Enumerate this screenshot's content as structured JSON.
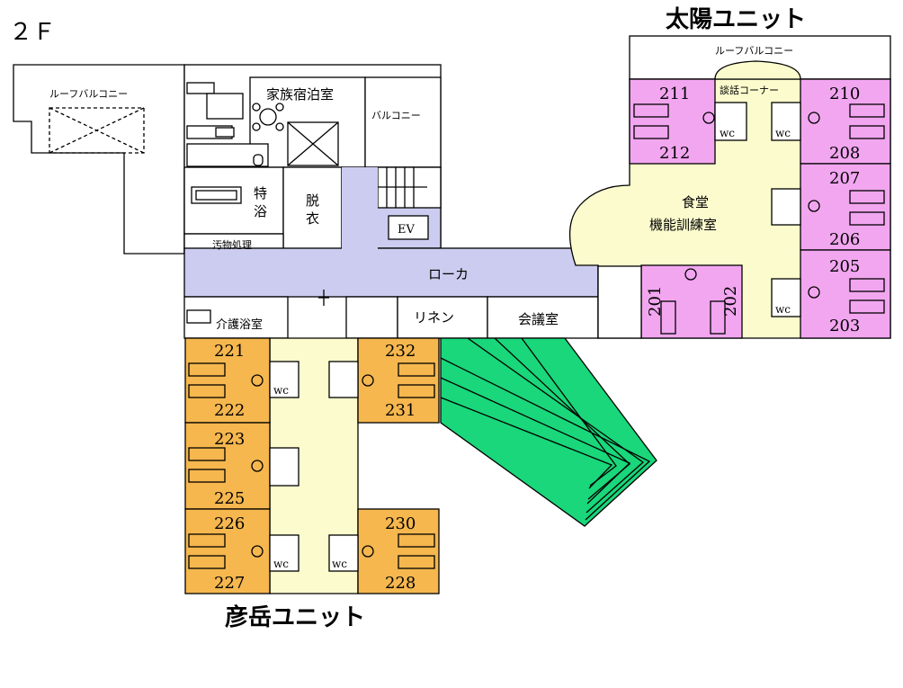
{
  "floor_label": "２Ｆ",
  "units": {
    "taiyo": "太陽ユニット",
    "hikodake": "彦岳ユニット"
  },
  "rooms": {
    "roof_balcony_left": "ルーフバルコニー",
    "roof_balcony_right": "ルーフバルコニー",
    "family_stay": "家族宿泊室",
    "balcony": "バルコニー",
    "special_bath_1": "特",
    "special_bath_2": "浴",
    "dressing_1": "脱",
    "dressing_2": "衣",
    "dirty_disposal": "汚物処理",
    "elevator": "EV",
    "corridor": "ローカ",
    "care_bath": "介護浴室",
    "linen": "リネン",
    "meeting": "会議室",
    "lounge": "談話コーナー",
    "dining_1": "食堂",
    "dining_2": "機能訓練室",
    "wc": "wc"
  },
  "room_numbers": {
    "r211": "211",
    "r212": "212",
    "r210": "210",
    "r208": "208",
    "r207": "207",
    "r206": "206",
    "r205": "205",
    "r203": "203",
    "r201": "201",
    "r202": "202",
    "r221": "221",
    "r222": "222",
    "r223": "223",
    "r225": "225",
    "r226": "226",
    "r227": "227",
    "r232": "232",
    "r231": "231",
    "r230": "230",
    "r228": "228"
  },
  "colors": {
    "corridor": "#ccccf0",
    "common": "#fbfbcd",
    "taiyo_rooms": "#f2a6f0",
    "hikodake_rooms": "#f5b74e",
    "roof": "#19d77a"
  }
}
